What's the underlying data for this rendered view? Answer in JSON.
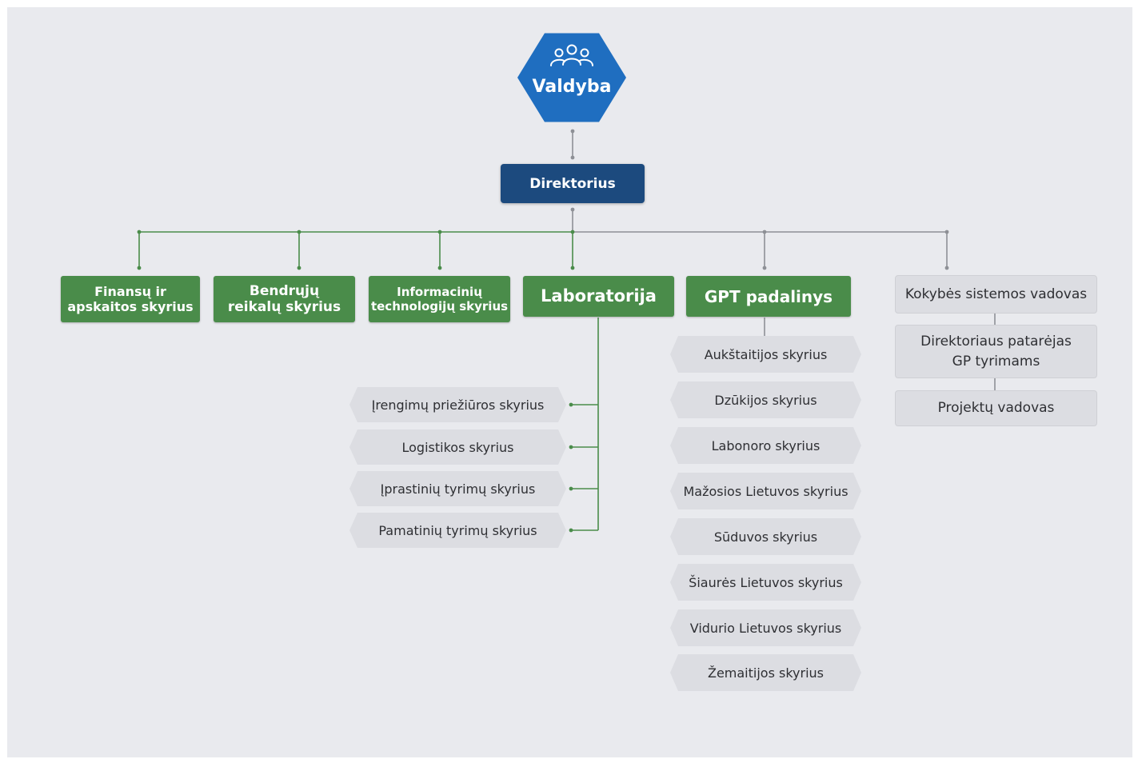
{
  "colors": {
    "background": "#e9eaee",
    "board_blue": "#1f6ec0",
    "director_navy": "#1c4a7e",
    "department_green": "#4a8c4a",
    "unit_gray": "#dcdde2",
    "connector_green": "#4a8c4a",
    "connector_gray": "#8e9096"
  },
  "board": {
    "label": "Valdyba",
    "icon": "people-group-icon"
  },
  "director": {
    "label": "Direktorius"
  },
  "departments": [
    {
      "label": "Finansų ir\napskaitos skyrius"
    },
    {
      "label": "Bendrųjų\nreikalų skyrius"
    },
    {
      "label": "Informacinių\ntechnologijų skyrius"
    },
    {
      "label": "Laboratorija"
    },
    {
      "label": "GPT padalinys"
    }
  ],
  "laboratory_units": [
    {
      "label": "Įrengimų priežiūros skyrius"
    },
    {
      "label": "Logistikos skyrius"
    },
    {
      "label": "Įprastinių tyrimų skyrius"
    },
    {
      "label": "Pamatinių tyrimų skyrius"
    }
  ],
  "gpt_units": [
    {
      "label": "Aukštaitijos skyrius"
    },
    {
      "label": "Dzūkijos skyrius"
    },
    {
      "label": "Labonoro skyrius"
    },
    {
      "label": "Mažosios Lietuvos skyrius"
    },
    {
      "label": "Sūduvos skyrius"
    },
    {
      "label": "Šiaurės Lietuvos skyrius"
    },
    {
      "label": "Vidurio Lietuvos skyrius"
    },
    {
      "label": "Žemaitijos skyrius"
    }
  ],
  "staff_positions": [
    {
      "label": "Kokybės sistemos vadovas"
    },
    {
      "label": "Direktoriaus patarėjas\nGP tyrimams"
    },
    {
      "label": "Projektų vadovas"
    }
  ]
}
